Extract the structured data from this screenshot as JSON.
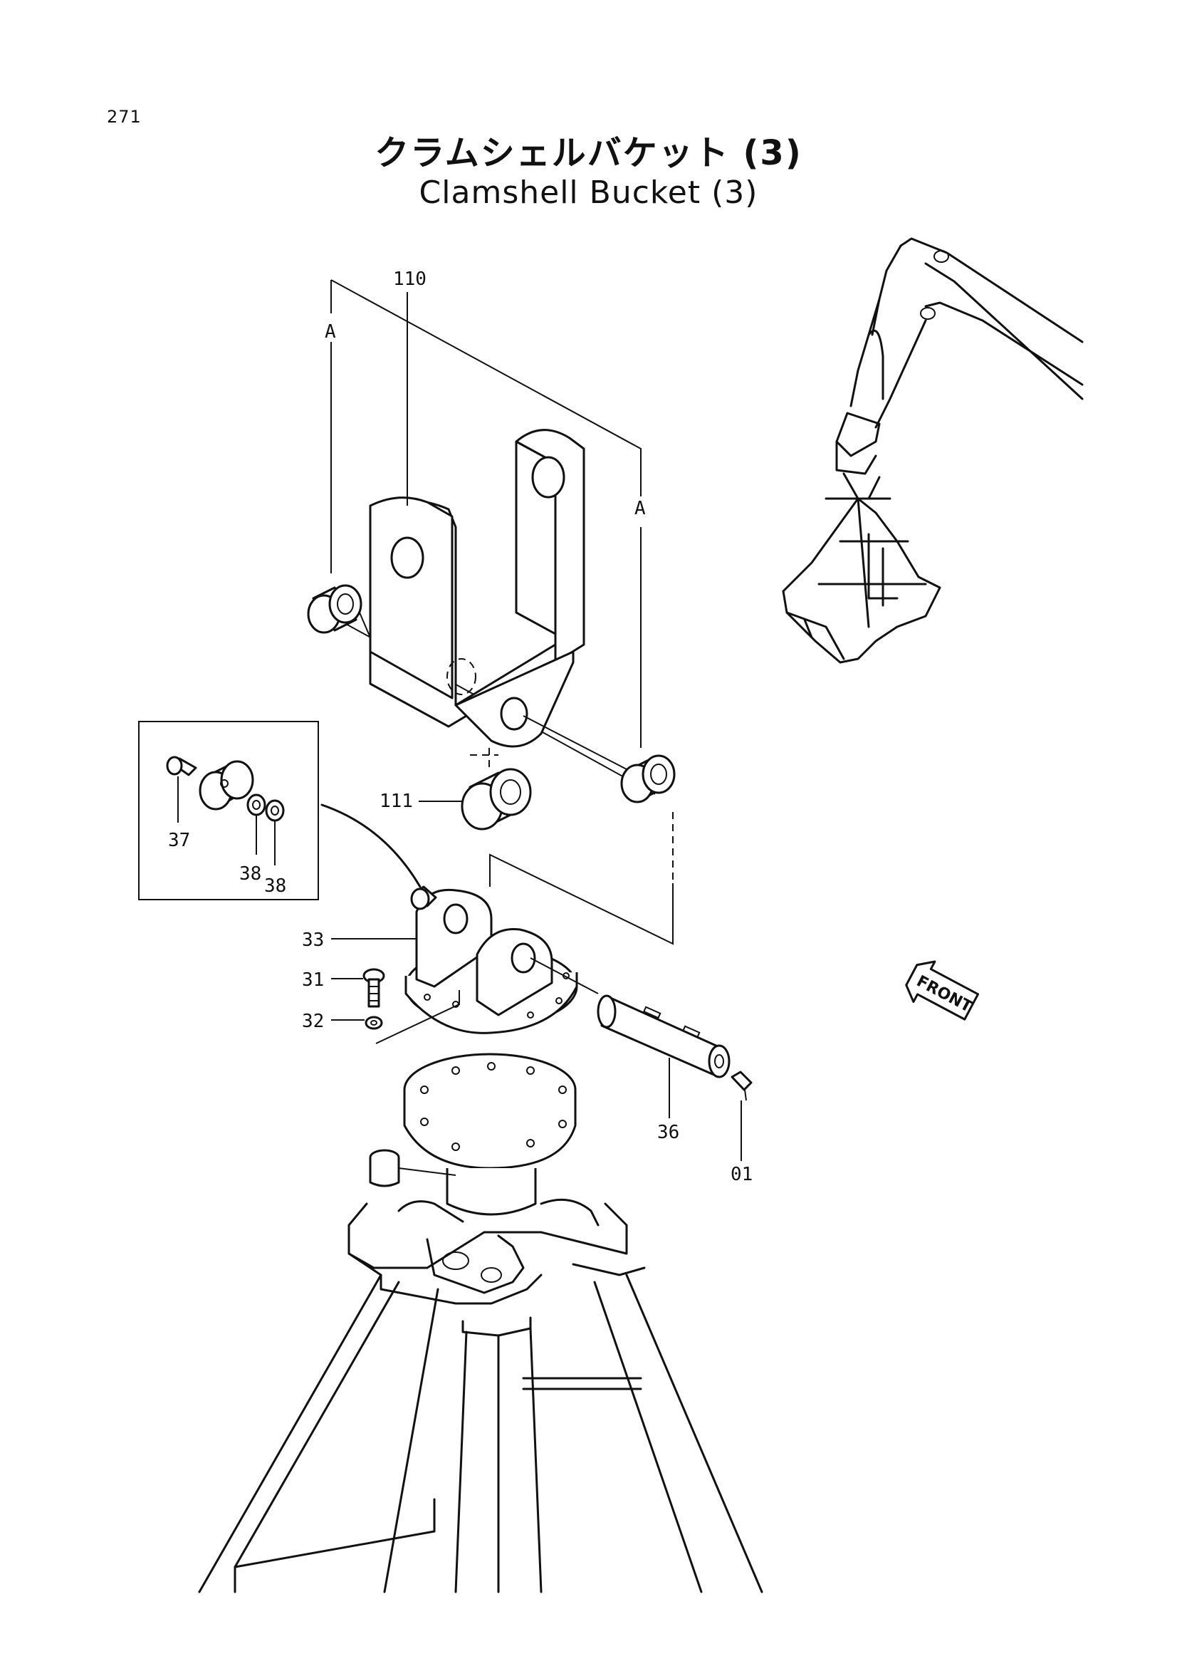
{
  "page_number": "271",
  "title_jp": "クラムシェルバケット (3)",
  "title_en": "Clamshell Bucket (3)",
  "callouts": {
    "c110": "110",
    "cA1": "A",
    "cA2": "A",
    "c111": "111",
    "c37": "37",
    "c38a": "38",
    "c38b": "38",
    "c33": "33",
    "c31": "31",
    "c32": "32",
    "c36": "36",
    "c01": "01"
  },
  "front_label": "FRONT"
}
